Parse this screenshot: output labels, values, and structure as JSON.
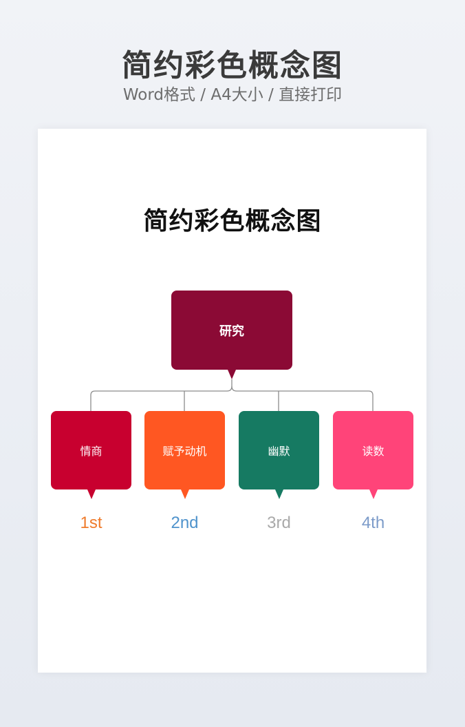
{
  "header": {
    "title": "简约彩色概念图",
    "subtitle": "Word格式 / A4大小 / 直接打印"
  },
  "document": {
    "title": "简约彩色概念图",
    "root": {
      "label": "研究",
      "color": "#8b0a35"
    },
    "children": [
      {
        "label": "情商",
        "color": "#c8002f",
        "rank": "1st",
        "rank_color": "#ef7b2b"
      },
      {
        "label": "赋予动机",
        "color": "#ff5722",
        "rank": "2nd",
        "rank_color": "#4f93cc"
      },
      {
        "label": "幽默",
        "color": "#167a62",
        "rank": "3rd",
        "rank_color": "#a9a9a9"
      },
      {
        "label": "读数",
        "color": "#ff4479",
        "rank": "4th",
        "rank_color": "#7c9bc9"
      }
    ]
  }
}
